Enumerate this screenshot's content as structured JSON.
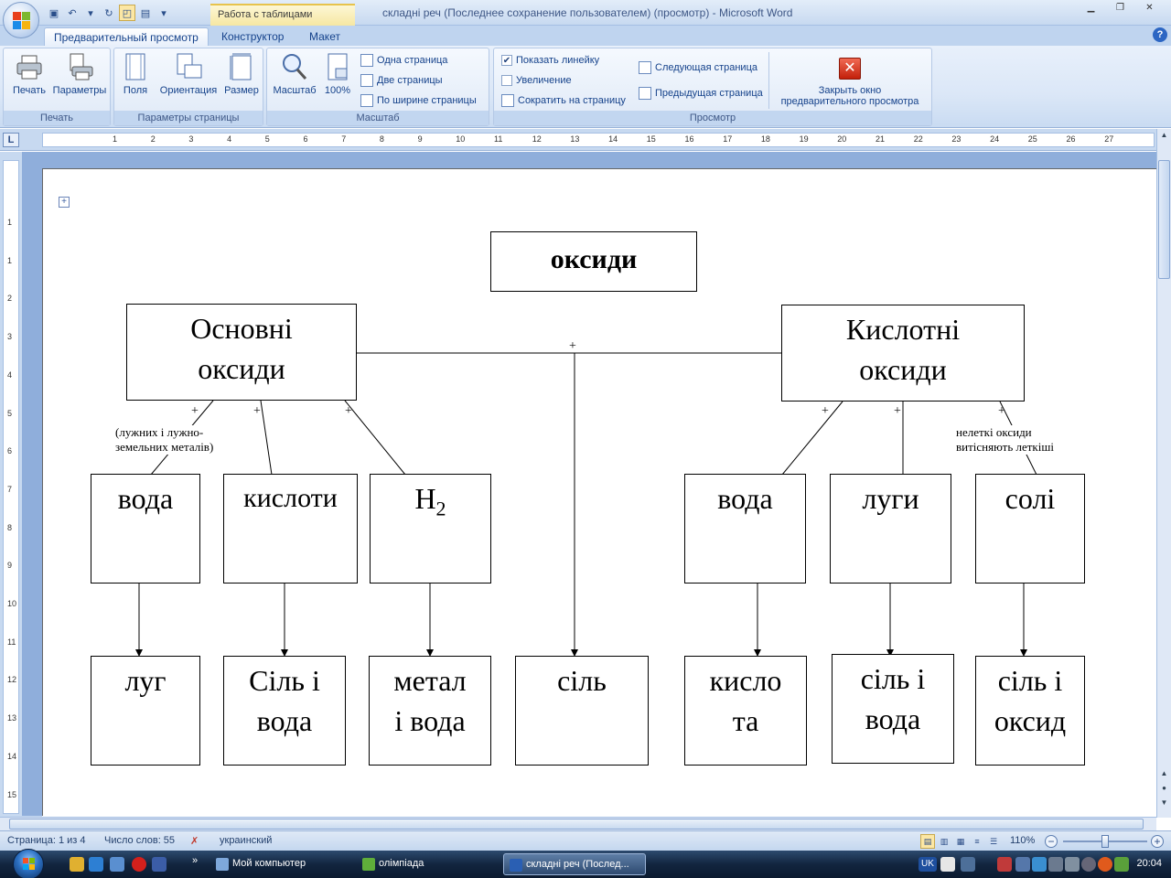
{
  "window": {
    "title": "складні реч (Последнее сохранение пользователем) (просмотр)  -  Microsoft Word",
    "context_tab_title": "Работа с таблицами",
    "minimize": "▁",
    "restore": "❐",
    "close": "✕"
  },
  "tabs": [
    {
      "label": "Предварительный просмотр",
      "active": true
    },
    {
      "label": "Конструктор"
    },
    {
      "label": "Макет"
    }
  ],
  "help": "?",
  "ribbon": {
    "groups": {
      "print": {
        "label": "Печать",
        "print_btn": "Печать",
        "options_btn": "Параметры"
      },
      "page_setup": {
        "label": "Параметры страницы",
        "margins_btn": "Поля",
        "orientation_btn": "Ориентация",
        "size_btn": "Размер"
      },
      "zoom": {
        "label": "Масштаб",
        "zoom_btn": "Масштаб",
        "zoom100_btn": "100%",
        "one_page": "Одна страница",
        "two_pages": "Две страницы",
        "page_width": "По ширине страницы"
      },
      "preview": {
        "label": "Просмотр",
        "show_ruler": "Показать линейку",
        "show_ruler_checked": true,
        "magnifier": "Увеличение",
        "shrink": "Сократить на страницу",
        "next_page": "Следующая страница",
        "prev_page": "Предыдущая страница",
        "close_preview_line1": "Закрыть окно",
        "close_preview_line2": "предварительного просмотра"
      }
    }
  },
  "ruler": {
    "corner": "L",
    "h_numbers": [
      "1",
      "2",
      "3",
      "4",
      "5",
      "6",
      "7",
      "8",
      "9",
      "10",
      "11",
      "12",
      "13",
      "14",
      "15",
      "16",
      "17",
      "18",
      "19",
      "20",
      "21",
      "22",
      "23",
      "24",
      "25",
      "26",
      "27"
    ],
    "v_numbers": [
      "1",
      "1",
      "2",
      "3",
      "4",
      "5",
      "6",
      "7",
      "8",
      "9",
      "10",
      "11",
      "12",
      "13",
      "14",
      "15"
    ]
  },
  "diagram": {
    "root": "оксиди",
    "basic": {
      "title_line1": "Основні",
      "title_line2": "оксиди",
      "note_line1": "(лужних і лужно-",
      "note_line2": "земельних металів)",
      "reactants": [
        "вода",
        "кислоти",
        "H"
      ],
      "h2_subscript": "2",
      "products": [
        {
          "line1": "луг",
          "line2": ""
        },
        {
          "line1": "Сіль і",
          "line2": "вода"
        },
        {
          "line1": "метал",
          "line2": "і вода"
        }
      ]
    },
    "center_product": "сіль",
    "acidic": {
      "title_line1": "Кислотні",
      "title_line2": "оксиди",
      "note_line1": "нелеткі оксиди",
      "note_line2": "витісняють  леткіші",
      "reactants": [
        "вода",
        "луги",
        "солі"
      ],
      "products": [
        {
          "line1": "кисло",
          "line2": "та"
        },
        {
          "line1": "сіль і",
          "line2": "вода"
        },
        {
          "line1": "сіль і",
          "line2": "оксид"
        }
      ]
    },
    "plus": "+"
  },
  "statusbar": {
    "page": "Страница: 1 из 4",
    "words": "Число слов: 55",
    "language": "украинский",
    "zoom": "110%",
    "zoom_minus": "−",
    "zoom_plus": "+"
  },
  "taskbar": {
    "items": [
      {
        "label": "Мой компьютер"
      },
      {
        "label": "олімпіада"
      },
      {
        "label": "складні реч (Послед...",
        "active": true
      }
    ],
    "lang": "UK",
    "clock": "20:04"
  },
  "colors": {
    "ribbon_text": "#15428b",
    "taskbar": "#12253f",
    "close_red": "#c3200a"
  }
}
